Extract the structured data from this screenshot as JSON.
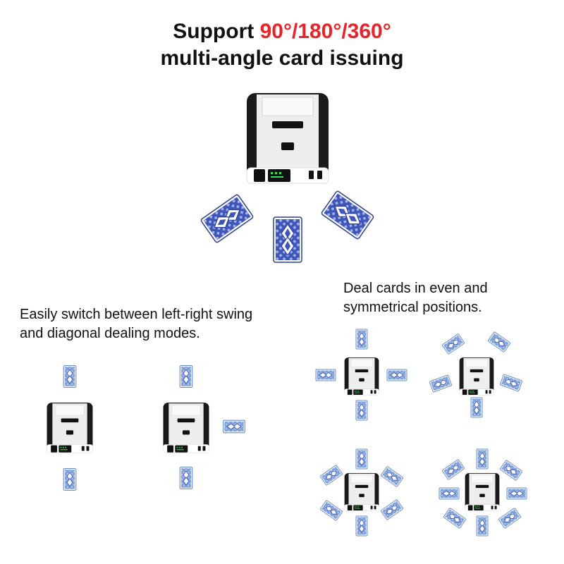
{
  "header": {
    "title_line1_prefix": "Support",
    "title_angles": "90°/180°/360°",
    "title_line2": "multi-angle card issuing"
  },
  "captions": {
    "left": [
      "Easily switch between left-right swing",
      "and diagonal dealing modes."
    ],
    "right": [
      "Deal cards in even and",
      "symmetrical positions."
    ]
  },
  "colors": {
    "accent": "#e8232a",
    "card_blue": "#3f55b8",
    "card_light": "#8fb1de",
    "device_dark": "#1a1a1a",
    "device_light": "#f2f2f2"
  },
  "icons": [
    "card-dealer-device",
    "playing-card-back"
  ]
}
